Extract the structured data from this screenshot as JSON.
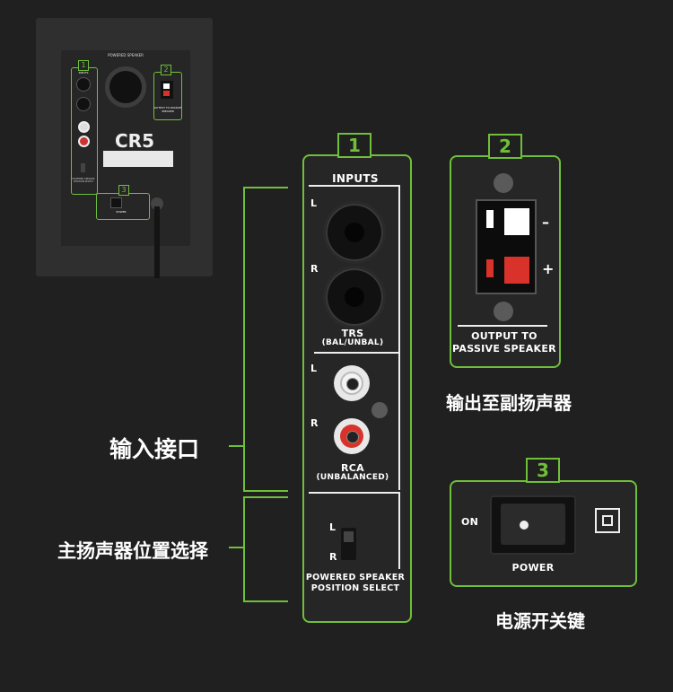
{
  "thumbnail": {
    "header": "POWERED SPEAKER",
    "inputs": "INPUTS",
    "output": "OUTPUT TO PASSIVE SPEAKER",
    "power": "POWER",
    "logo": "CR5",
    "position": "POWERED SPEAKER POSITION SELECT",
    "num1": "1",
    "num2": "2",
    "num3": "3"
  },
  "panel1": {
    "number": "1",
    "title": "INPUTS",
    "trs_left": "L",
    "trs_right": "R",
    "trs_label": "TRS",
    "trs_sub": "(BAL/UNBAL)",
    "rca_left": "L",
    "rca_right": "R",
    "rca_label": "RCA",
    "rca_sub": "(UNBALANCED)",
    "sel_left": "L",
    "sel_right": "R",
    "sel_label1": "POWERED SPEAKER",
    "sel_label2": "POSITION SELECT"
  },
  "panel2": {
    "number": "2",
    "minus": "–",
    "plus": "+",
    "label1": "OUTPUT TO",
    "label2": "PASSIVE SPEAKER",
    "caption": "输出至副扬声器"
  },
  "panel3": {
    "number": "3",
    "on": "ON",
    "label": "POWER",
    "caption": "电源开关键"
  },
  "captions": {
    "inputs": "输入接口",
    "position": "主扬声器位置选择"
  },
  "colors": {
    "accent": "#6fbf3a",
    "red": "#d8322b"
  }
}
